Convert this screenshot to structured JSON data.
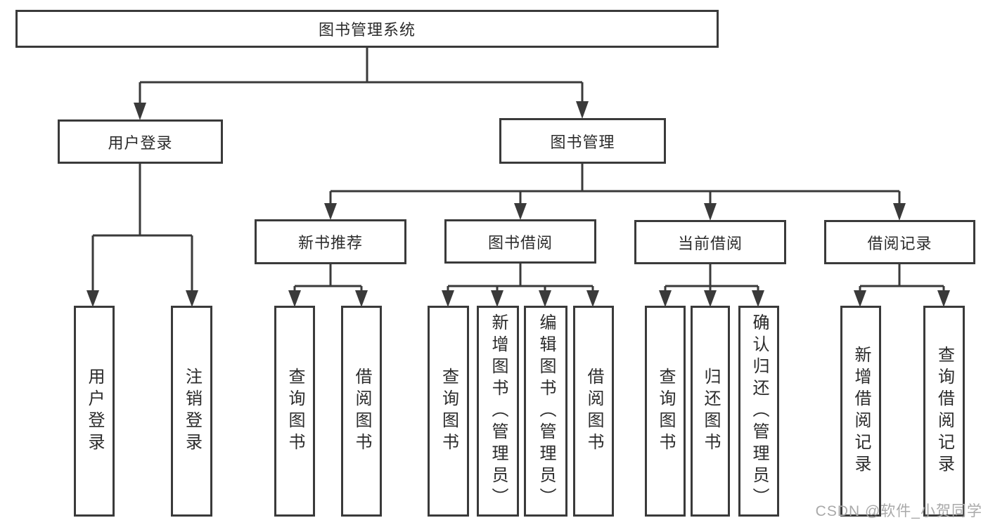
{
  "page": {
    "watermark": "CSDN @软件_小贺同学",
    "background": "#ffffff"
  },
  "colors": {
    "line": "#3a3a3a",
    "text": "#2b2b2b",
    "watermark": "#a9a9a9"
  },
  "nodes": {
    "root": {
      "label": "图书管理系统"
    },
    "level1": [
      {
        "label": "用户登录"
      },
      {
        "label": "图书管理"
      }
    ],
    "level2": [
      {
        "label": "新书推荐"
      },
      {
        "label": "图书借阅"
      },
      {
        "label": "当前借阅"
      },
      {
        "label": "借阅记录"
      }
    ],
    "leaves": [
      {
        "label": "用户登录"
      },
      {
        "label": "注销登录"
      },
      {
        "label": "查询图书"
      },
      {
        "label": "借阅图书"
      },
      {
        "label": "查询图书"
      },
      {
        "label": "新增图书（管理员）"
      },
      {
        "label": "编辑图书（管理员）"
      },
      {
        "label": "借阅图书"
      },
      {
        "label": "查询图书"
      },
      {
        "label": "归还图书"
      },
      {
        "label": "确认归还（管理员）"
      },
      {
        "label": "新增借阅记录"
      },
      {
        "label": "查询借阅记录"
      }
    ]
  }
}
